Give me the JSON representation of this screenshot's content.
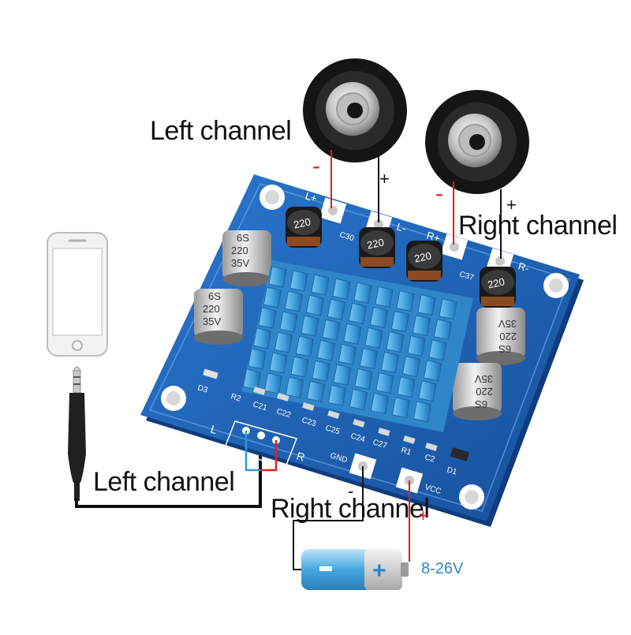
{
  "labels": {
    "left_speaker": "Left channel",
    "right_speaker": "Right channel",
    "left_input": "Left channel",
    "right_input": "Right channel"
  },
  "polarity": {
    "left_minus": "-",
    "left_plus": "+",
    "right_minus": "-",
    "right_plus": "+",
    "power_minus": "-",
    "power_plus": "+"
  },
  "power": {
    "voltage": "8-26V",
    "battery_plus": "+"
  },
  "board": {
    "terminals": [
      "L+",
      "L-",
      "R+",
      "R-"
    ],
    "inductor_value": "220",
    "capacitor_lines": [
      "6S",
      "220",
      "35V"
    ],
    "components": [
      "D3",
      "R2",
      "C21",
      "C22",
      "C23",
      "C25",
      "C24",
      "C27",
      "R1",
      "C2",
      "D1",
      "C30",
      "C37"
    ],
    "input_markings": [
      "L",
      "R"
    ],
    "power_markings": [
      "GND",
      "VCC"
    ]
  },
  "colors": {
    "board_blue": "#1f63b8",
    "heatsink_blue": "#49a9e2",
    "wire_red": "#e02020",
    "wire_blue": "#2a9ad8",
    "label_text": "#111111",
    "voltage_text": "#2f86c8"
  }
}
